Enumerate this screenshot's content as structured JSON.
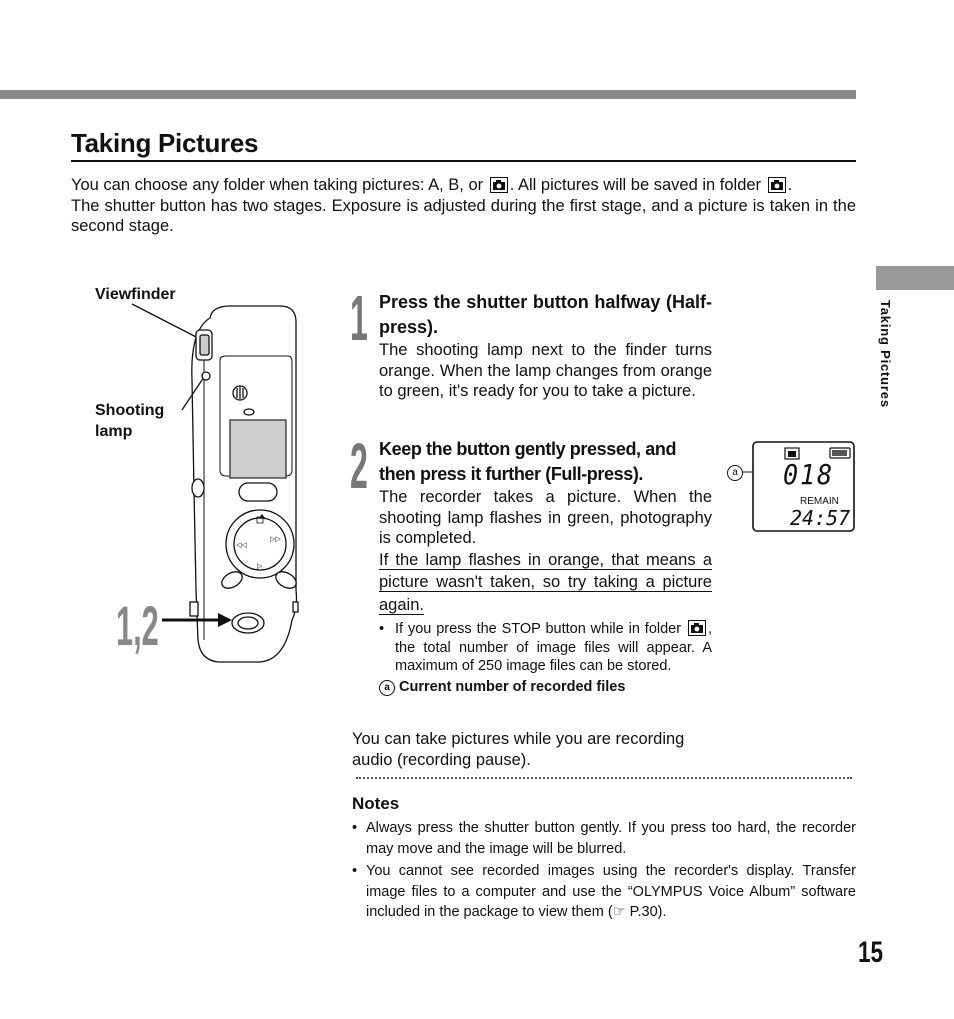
{
  "page": {
    "title": "Taking Pictures",
    "side_tab": "Taking Pictures",
    "page_number": "15"
  },
  "intro": {
    "p1_a": "You can choose any folder when taking pictures: A, B, or",
    "p1_b": ". All pictures will be saved in folder",
    "p1_c": ".",
    "p2": "The shutter button has two stages. Exposure is adjusted during the first stage, and a picture is taken in the second stage."
  },
  "figure": {
    "viewfinder_label": "Viewfinder",
    "shooting_lamp_label": "Shooting lamp",
    "step_callout": "1,2"
  },
  "steps": [
    {
      "number": "1",
      "heading": "Press the shutter button halfway (Half-press).",
      "body": "The shooting lamp next to the finder turns orange. When the lamp changes from orange to green, it's ready for you to take a picture."
    },
    {
      "number": "2",
      "heading": "Keep the button gently pressed, and then press it further (Full-press).",
      "body": "The recorder takes a picture. When the shooting lamp flashes in green, photography is completed.",
      "underlined": "If the lamp flashes in orange, that means a picture wasn't taken, so try taking a picture again.",
      "bullet_a": "If you press the STOP button while in folder",
      "bullet_b": ", the total number of image files will appear. A maximum of 250 image files can be stored.",
      "note_marker": "a",
      "note_label": "Current number of recorded files"
    }
  ],
  "lcd": {
    "marker": "a",
    "count": "018",
    "remain_label": "REMAIN",
    "remain_time": "24:57"
  },
  "extra": "You can take pictures while you are recording audio (recording pause).",
  "notes": {
    "heading": "Notes",
    "items": [
      "Always press the shutter button gently. If you press too hard, the recorder may move and the image will be blurred.",
      "You cannot see recorded images using the recorder's display. Transfer image files to a computer and use the “OLYMPUS Voice Album” software included in the package to view them (☞ P.30)."
    ]
  }
}
